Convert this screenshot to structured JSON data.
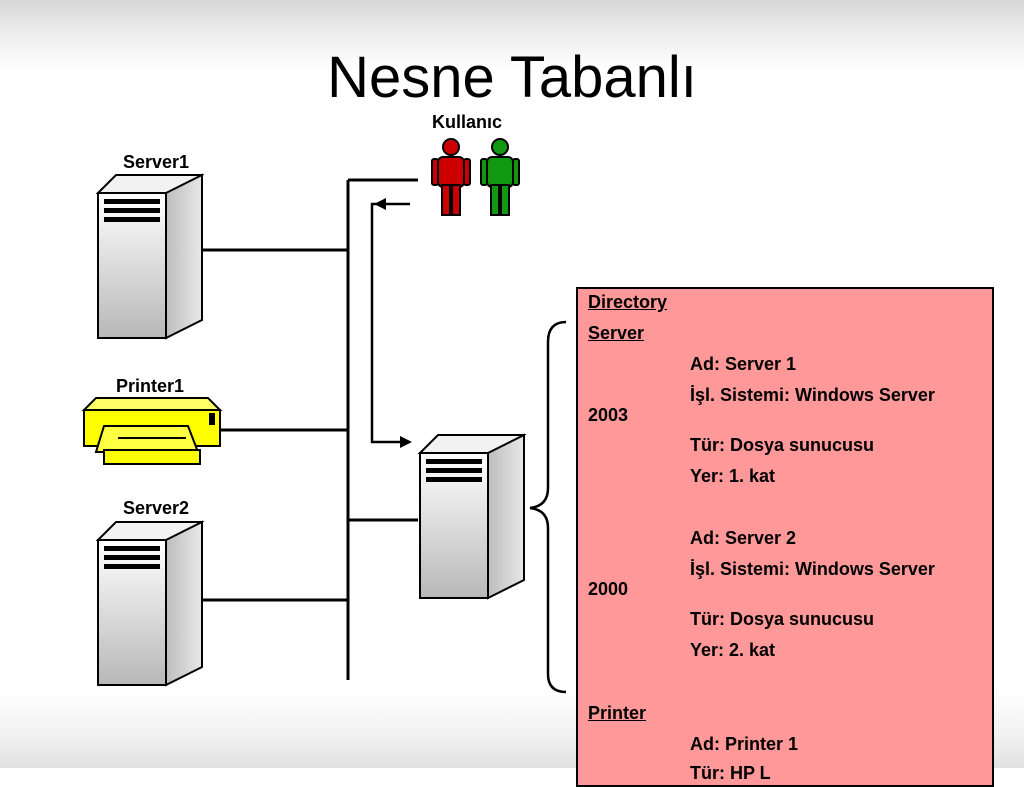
{
  "slide": {
    "title": "Nesne Tabanlı"
  },
  "labels": {
    "user": "Kullanıc",
    "server1": "Server1",
    "printer1": "Printer1",
    "server2": "Server2"
  },
  "directory": {
    "heading": "Directory",
    "server_heading": "Server",
    "servers": [
      {
        "ad": "Ad: Server 1",
        "os": "İşl. Sistemi: Windows Server",
        "os_cont": "2003",
        "type": "Tür: Dosya sunucusu",
        "location": "Yer: 1. kat"
      },
      {
        "ad": "Ad: Server 2",
        "os": "İşl. Sistemi: Windows Server",
        "os_cont": "2000",
        "type": "Tür: Dosya sunucusu",
        "location": "Yer: 2. kat"
      }
    ],
    "printer_heading": "Printer",
    "printer": {
      "ad": "Ad: Printer 1",
      "type": "Tür: HP L"
    }
  },
  "colors": {
    "directory_bg": "#ff9999",
    "user_red": "#cc0000",
    "user_green": "#119911",
    "printer_yellow": "#ffff00",
    "server_gray": "#d9d9d9"
  }
}
